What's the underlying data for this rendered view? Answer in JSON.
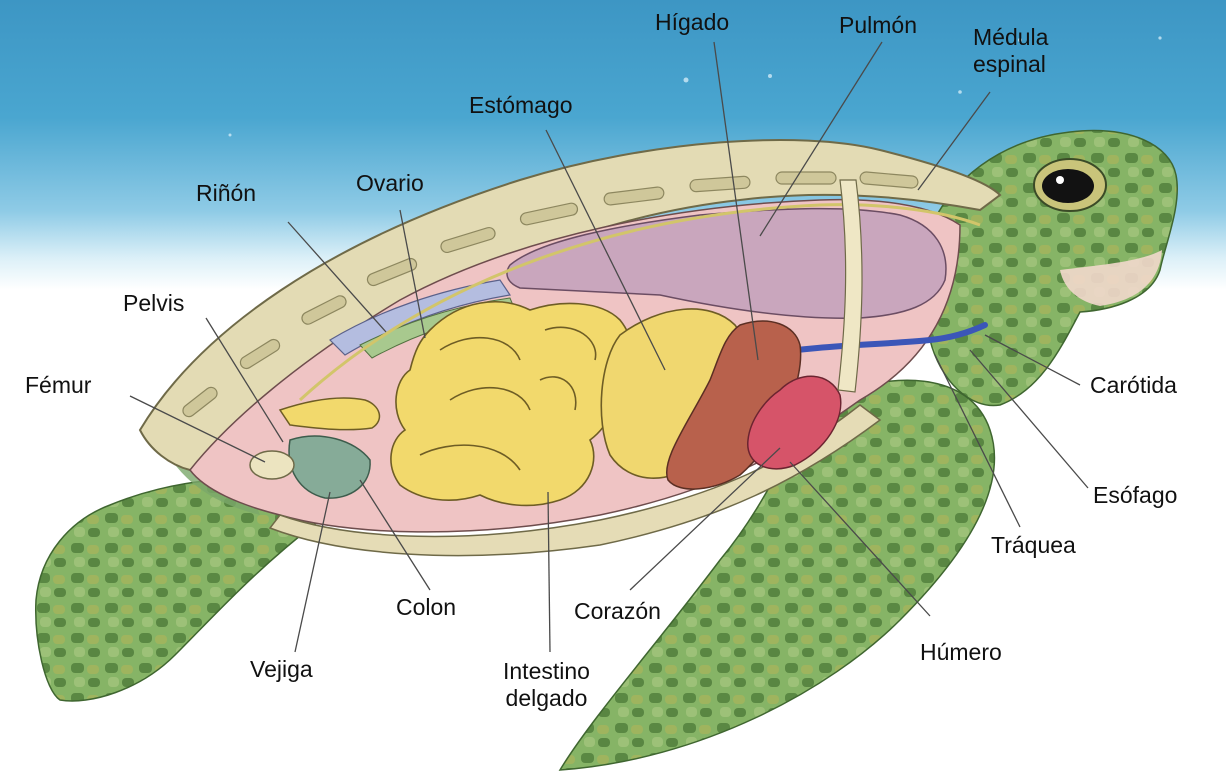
{
  "diagram": {
    "colors": {
      "sea_top": "#3f9cc8",
      "sea_mid": "#7fc3e2",
      "background": "#ffffff",
      "skin_green": "#7fae62",
      "skin_dark": "#4f7a3d",
      "shell_rim": "#e4dcb6",
      "cavity": "#e9b7b7",
      "lung": "#c9a7c0",
      "intestine": "#f1d96a",
      "stomach": "#f0d86f",
      "liver": "#b85f4c",
      "heart": "#d8566a",
      "kidney": "#aeb7d9",
      "bladder": "#7ea895",
      "esophagus_blue": "#3b56b8"
    },
    "labels": {
      "higado": "Hígado",
      "pulmon": "Pulmón",
      "medula_1": "Médula",
      "medula_2": "espinal",
      "estomago": "Estómago",
      "rinon": "Riñón",
      "ovario": "Ovario",
      "pelvis": "Pelvis",
      "femur": "Fémur",
      "carotida": "Carótida",
      "esofago": "Esófago",
      "traquea": "Tráquea",
      "humero": "Húmero",
      "colon": "Colon",
      "corazon": "Corazón",
      "vejiga": "Vejiga",
      "intestino_1": "Intestino",
      "intestino_2": "delgado"
    }
  }
}
